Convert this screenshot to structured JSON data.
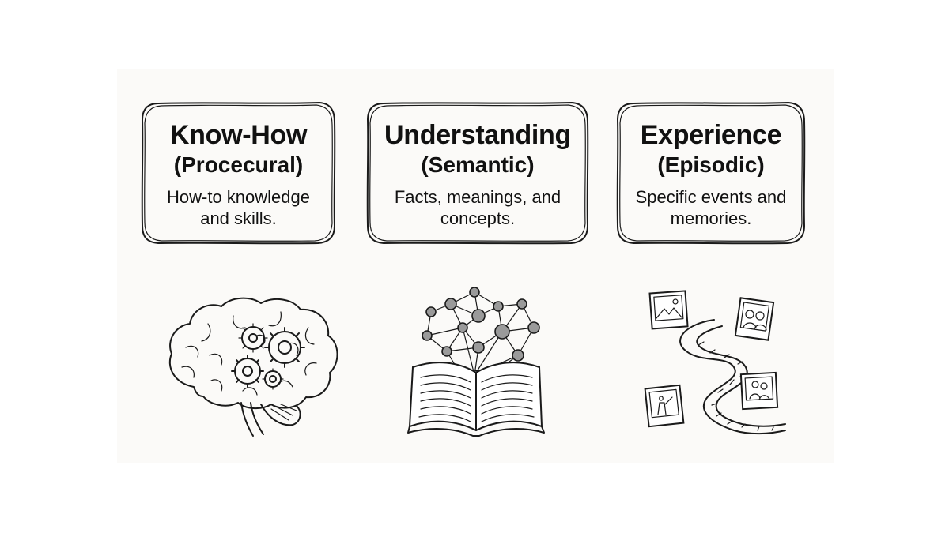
{
  "cards": [
    {
      "title": "Know-How",
      "subtitle": "(Procecural)",
      "description_line1": "How-to knowledge",
      "description_line2": "and skills.",
      "illustration": "brain-gears-icon"
    },
    {
      "title": "Understanding",
      "subtitle": "(Semantic)",
      "description_line1": "Facts, meanings, and",
      "description_line2": "concepts.",
      "illustration": "open-book-network-icon"
    },
    {
      "title": "Experience",
      "subtitle": "(Episodic)",
      "description_line1": "Specific events and",
      "description_line2": "memories.",
      "illustration": "memory-path-photos-icon"
    }
  ],
  "colors": {
    "ink": "#1a1a1a",
    "panel_background": "#fbfaf8",
    "page_background": "#ffffff"
  }
}
